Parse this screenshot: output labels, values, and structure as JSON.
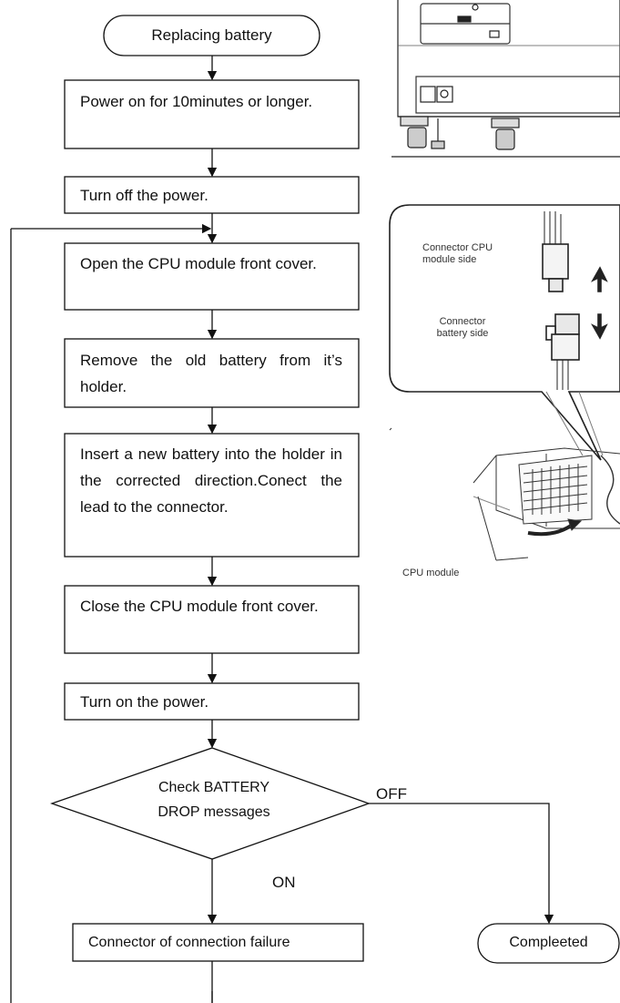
{
  "flowchart": {
    "start": "Replacing battery",
    "steps": [
      "Power on for 10minutes or longer.",
      "Turn off the power.",
      "Open the CPU module front cover.",
      "Remove the old battery from it’s holder.",
      "Insert a new battery into the holder in the corrected direction.Conect the lead to the connector.",
      "Close the CPU module front cover.",
      "Turn on the power."
    ],
    "decision": "Check BATTERY DROP messages",
    "decision_line1": "Check BATTERY",
    "decision_line2": "DROP messages",
    "off_label": "OFF",
    "on_label": "ON",
    "failure_step": "Connector of connection failure",
    "end": "Compleeted"
  },
  "figure": {
    "connector_cpu_label_1": "Connector CPU",
    "connector_cpu_label_2": "module side",
    "connector_battery_label_1": "Connector",
    "connector_battery_label_2": "battery side",
    "cpu_module_label": "CPU module"
  }
}
